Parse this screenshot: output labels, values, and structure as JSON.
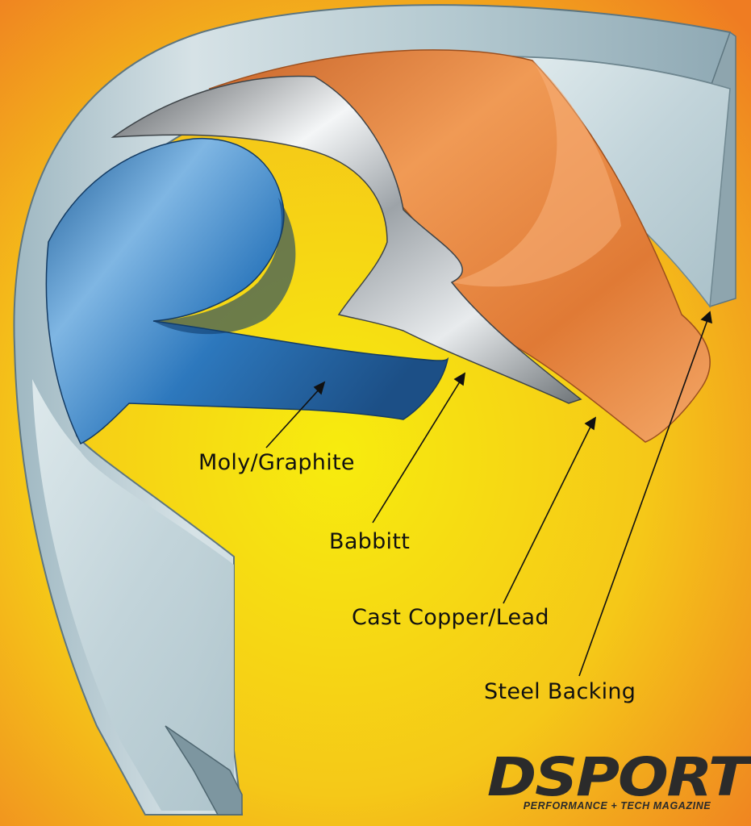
{
  "labels": {
    "moly": "Moly/Graphite",
    "babbitt": "Babbitt",
    "copper": "Cast Copper/Lead",
    "steel": "Steel Backing"
  },
  "logo": {
    "main": "DSPORT",
    "sub": "PERFORMANCE + TECH MAGAZINE"
  },
  "colors": {
    "background_center": "#F5EA10",
    "background_edge": "#F07A1E",
    "steel": "#B8CCD2",
    "copper": "#E7883F",
    "babbitt": "#C9CDD0",
    "moly": "#2F7FC4"
  }
}
